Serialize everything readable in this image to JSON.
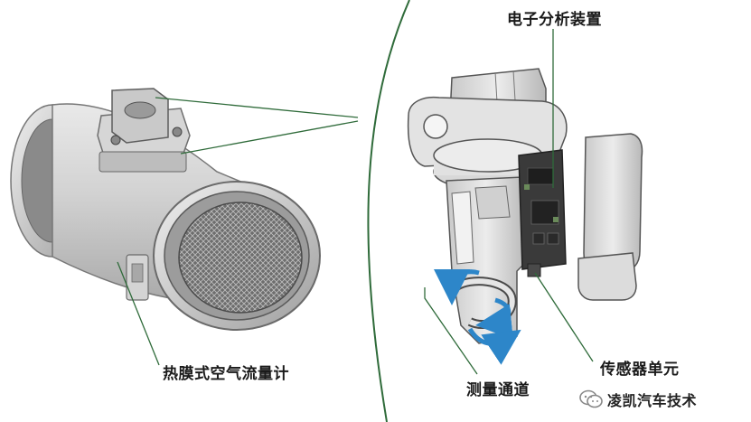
{
  "labels": {
    "left_device": "热膜式空气流量计",
    "electronics": "电子分析装置",
    "sensor_unit": "传感器单元",
    "measure_channel": "测量通道"
  },
  "watermark": {
    "text": "凌凯汽车技术",
    "icon": "wechat-icon"
  },
  "colors": {
    "divider_arc": "#2f6b3a",
    "leader_line": "#2f6b3a",
    "airflow_arrow": "#2d86c9",
    "circuit_board": "#3a3a3a"
  }
}
